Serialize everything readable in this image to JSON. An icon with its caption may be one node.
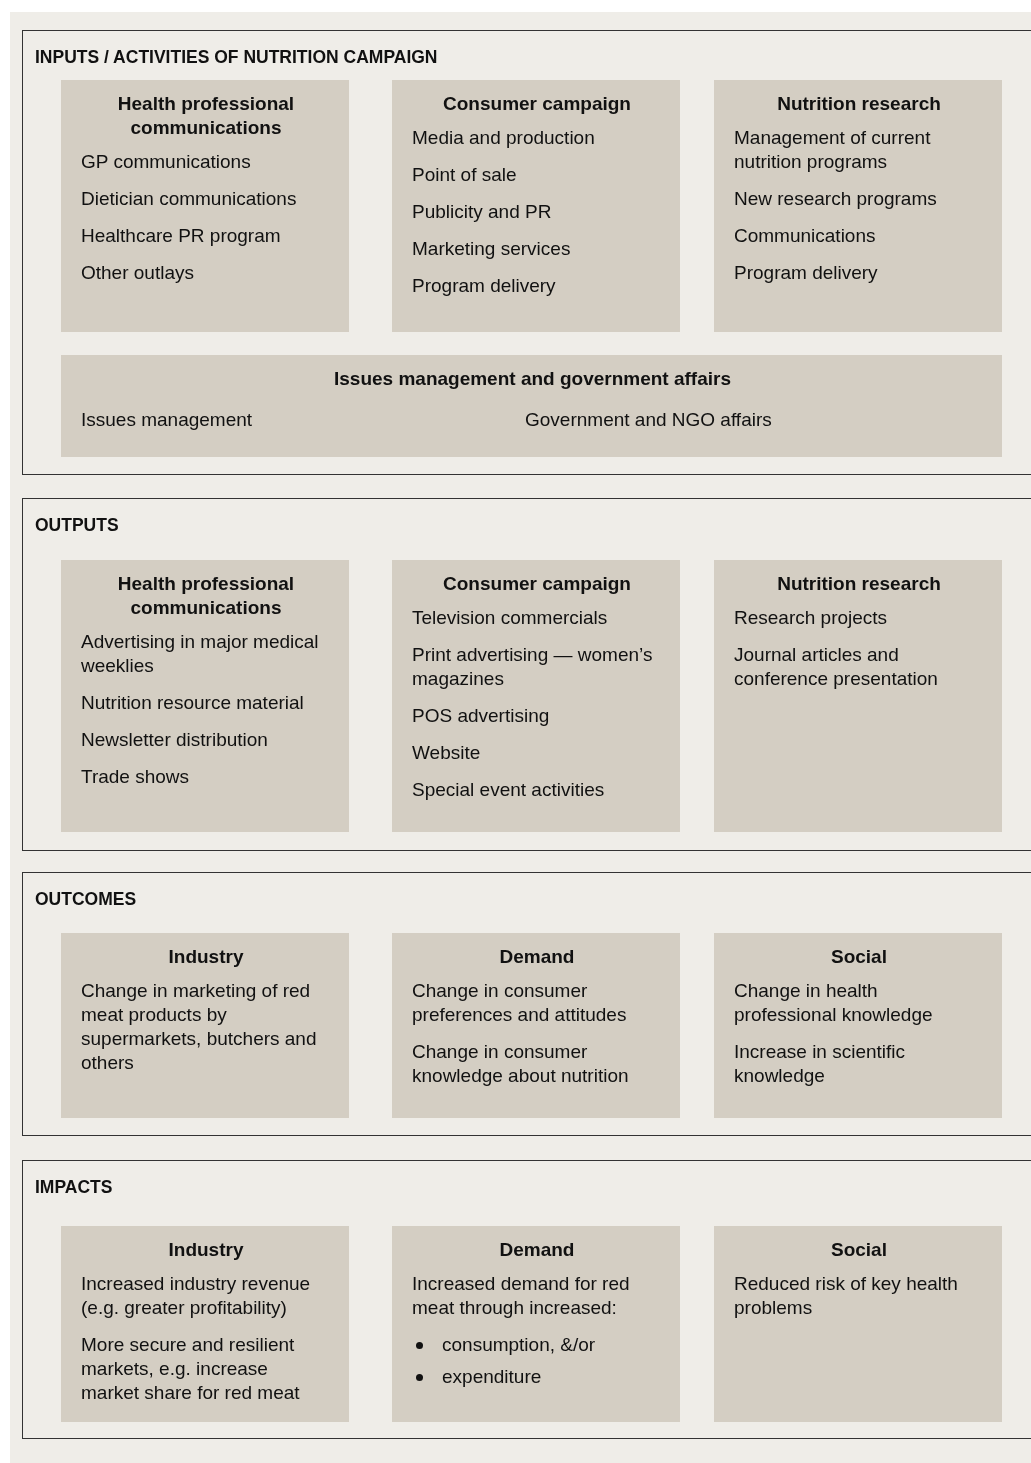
{
  "diagram": {
    "nodes": [
      {
        "text": [
          "INPUTS / ACTIVITIES OF NUTRITION CAMPAIGN"
        ]
      },
      {
        "text": [
          "Health professional communications",
          "GP communications",
          "Dietician communications",
          "Healthcare PR program",
          "Other outlays"
        ],
        "in": 0
      },
      {
        "text": [
          "Consumer campaign",
          "Media and production",
          "Point of sale",
          "Publicity and PR",
          "Marketing services",
          "Program delivery"
        ],
        "in": 0
      },
      {
        "text": [
          "Nutrition research",
          "Management of current nutrition programs",
          "New research programs",
          "Communications",
          "Program delivery"
        ],
        "in": 0
      },
      {
        "text": [
          "Issues management and government affairs",
          "Issues management",
          "Government and NGO affairs"
        ],
        "in": 0
      },
      {
        "text": [
          "OUTPUTS"
        ]
      },
      {
        "text": [
          "Health professional communications",
          "Advertising in major medical weeklies",
          "Nutrition resource material",
          "Newsletter distribution",
          "Trade shows"
        ],
        "in": 5
      },
      {
        "text": [
          "Consumer campaign",
          "Television commercials",
          "Print advertising — women’s magazines",
          "POS advertising",
          "Website",
          "Special event activities"
        ],
        "in": 5
      },
      {
        "text": [
          "Nutrition research",
          "Research projects",
          "Journal articles and conference presentation"
        ],
        "in": 5
      },
      {
        "text": [
          "OUTCOMES"
        ]
      },
      {
        "text": [
          "Industry",
          "Change in marketing of red meat products by supermarkets, butchers and others"
        ],
        "in": 9
      },
      {
        "text": [
          "Demand",
          "Change in consumer preferences and attitudes",
          "Change in consumer knowledge about nutrition"
        ],
        "in": 9
      },
      {
        "text": [
          "Social",
          "Change in health professional knowledge",
          "Increase in scientific knowledge"
        ],
        "in": 9
      },
      {
        "text": [
          "IMPACTS"
        ]
      },
      {
        "text": [
          "Industry",
          "Increased industry revenue (e.g. greater profitability)",
          "More secure and resilient markets, e.g. increase market share for red meat"
        ],
        "in": 13
      },
      {
        "text": [
          "Demand",
          "Increased demand for red meat through increased:",
          "consumption, &/or",
          "expenditure"
        ],
        "in": 13
      },
      {
        "text": [
          "Social",
          "Reduced risk of key health problems"
        ],
        "in": 13
      }
    ],
    "edges": []
  }
}
